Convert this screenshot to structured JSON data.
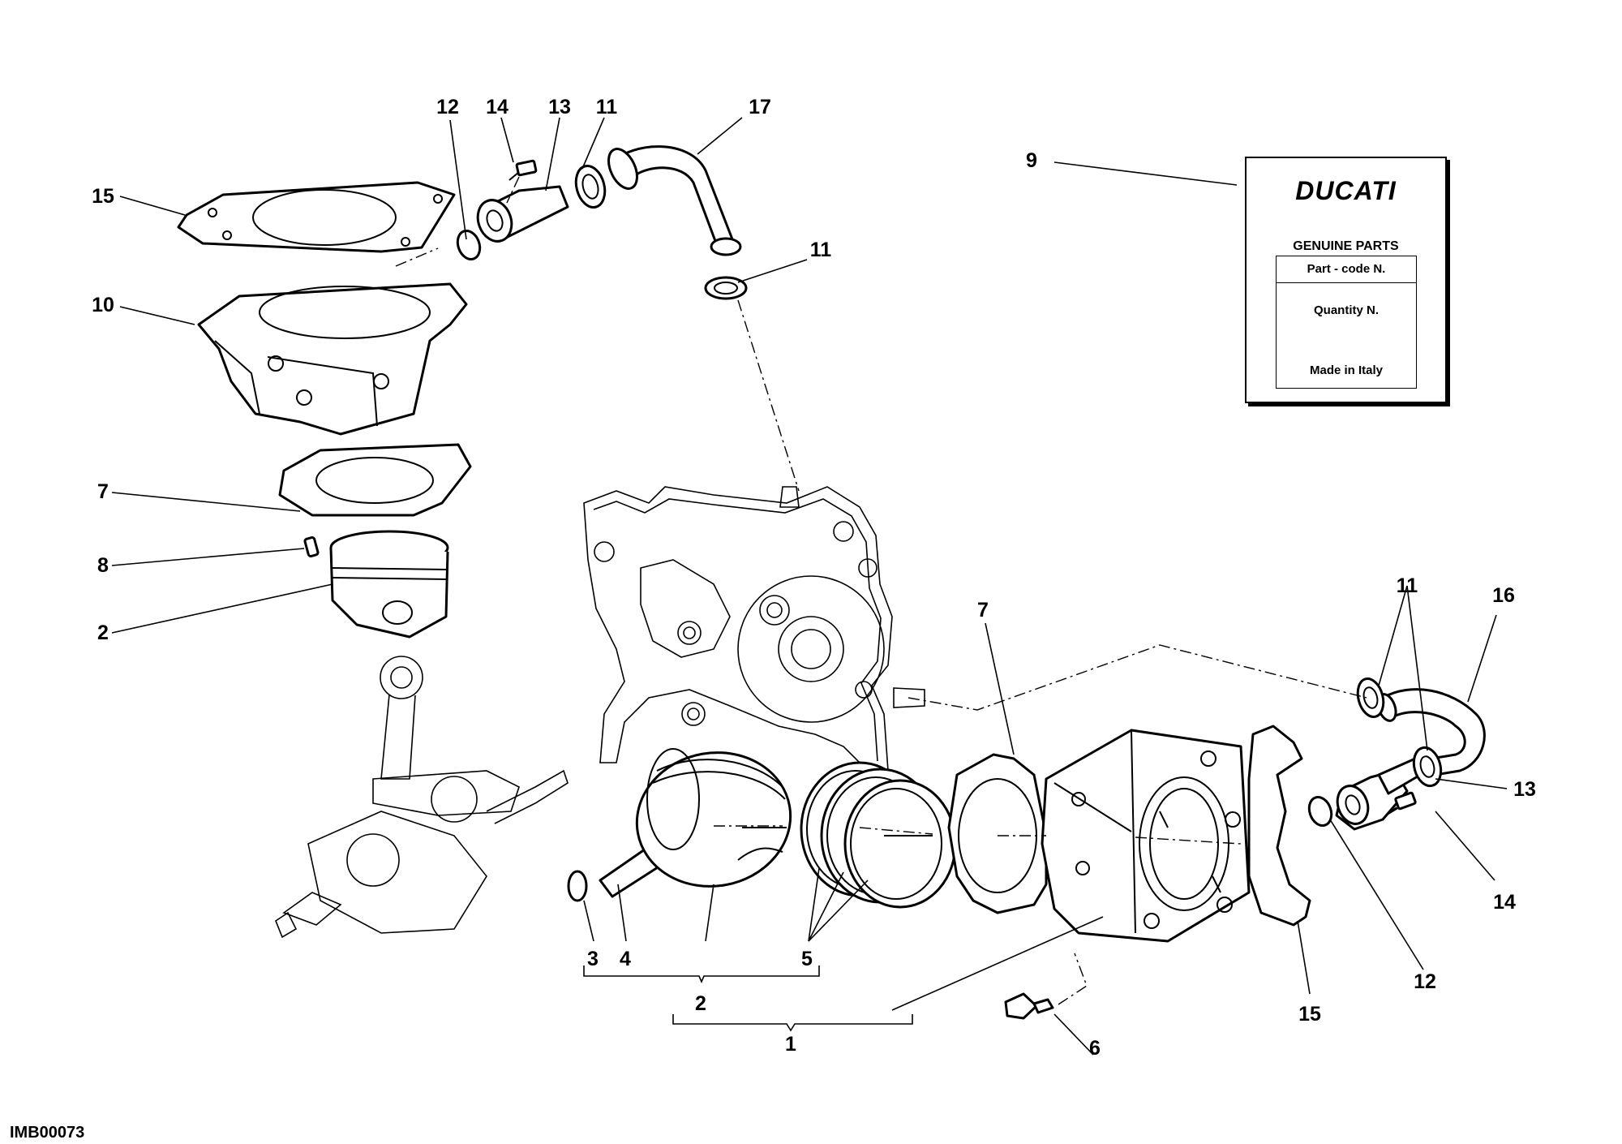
{
  "callouts": [
    {
      "id": "c12a",
      "text": "12"
    },
    {
      "id": "c14a",
      "text": "14"
    },
    {
      "id": "c13a",
      "text": "13"
    },
    {
      "id": "c11a",
      "text": "11"
    },
    {
      "id": "c17",
      "text": "17"
    },
    {
      "id": "c11b",
      "text": "11"
    },
    {
      "id": "c9",
      "text": "9"
    },
    {
      "id": "c15a",
      "text": "15"
    },
    {
      "id": "c10",
      "text": "10"
    },
    {
      "id": "c7a",
      "text": "7"
    },
    {
      "id": "c8",
      "text": "8"
    },
    {
      "id": "c2a",
      "text": "2"
    },
    {
      "id": "c7b",
      "text": "7"
    },
    {
      "id": "c11c",
      "text": "11"
    },
    {
      "id": "c16",
      "text": "16"
    },
    {
      "id": "c13b",
      "text": "13"
    },
    {
      "id": "c14b",
      "text": "14"
    },
    {
      "id": "c12b",
      "text": "12"
    },
    {
      "id": "c15b",
      "text": "15"
    },
    {
      "id": "c3",
      "text": "3"
    },
    {
      "id": "c4",
      "text": "4"
    },
    {
      "id": "c5",
      "text": "5"
    },
    {
      "id": "c2b",
      "text": "2"
    },
    {
      "id": "c1",
      "text": "1"
    },
    {
      "id": "c6",
      "text": "6"
    }
  ],
  "label_card": {
    "brand": "DUCATI",
    "genuine": "GENUINE PARTS",
    "part_code": "Part - code N.",
    "quantity": "Quantity N.",
    "made_in": "Made in Italy"
  },
  "reference_code": "IMB00073"
}
